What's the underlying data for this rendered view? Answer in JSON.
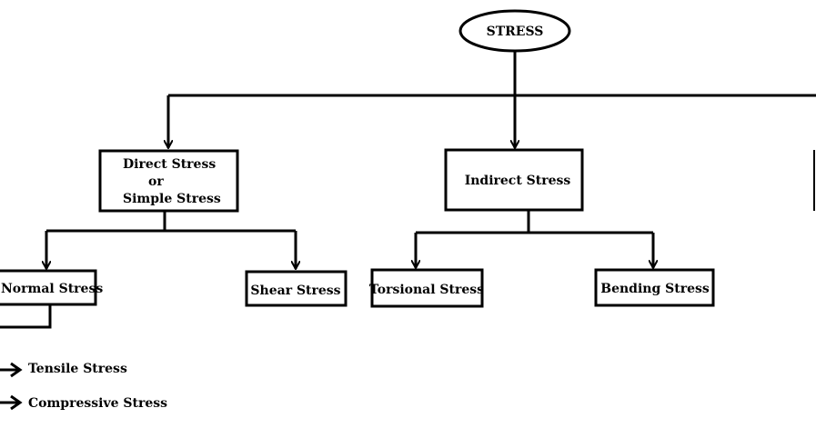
{
  "root": {
    "label": "STRESS"
  },
  "direct": {
    "line1": "Direct Stress",
    "line2": "or",
    "line3": "Simple Stress"
  },
  "indirect": {
    "label": "Indirect Stress"
  },
  "normal": {
    "label": "Normal Stress"
  },
  "shear": {
    "label": "Shear Stress"
  },
  "torsional": {
    "label": "Torsional Stress"
  },
  "bending": {
    "label": "Bending Stress"
  },
  "legend": {
    "tensile": "Tensile Stress",
    "compressive": "Compressive Stress"
  },
  "colors": {
    "line": "#000000",
    "background": "#ffffff"
  }
}
